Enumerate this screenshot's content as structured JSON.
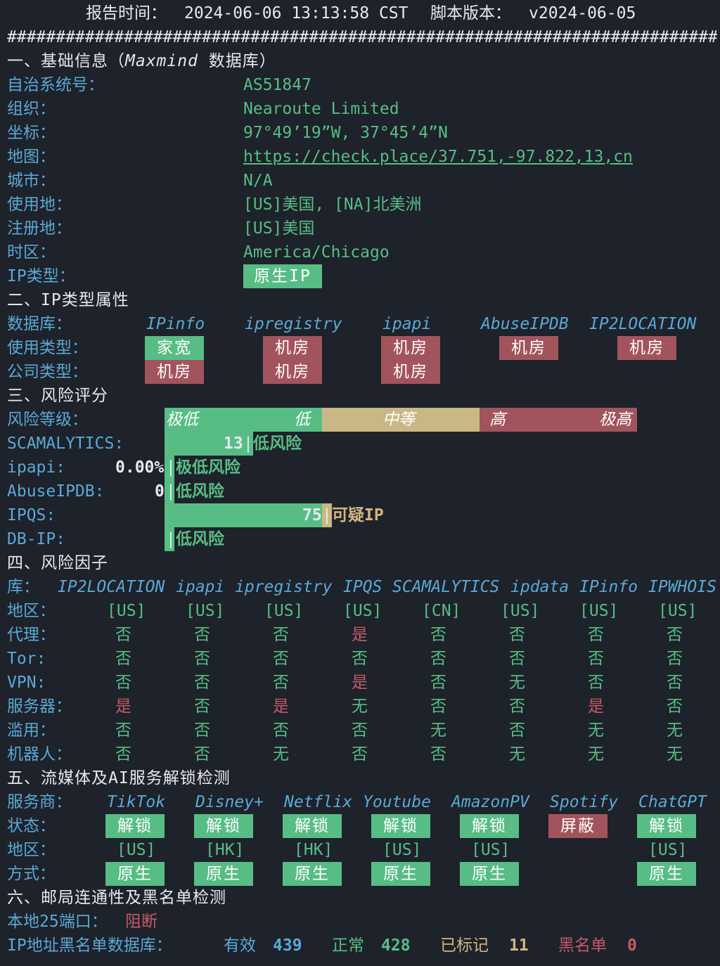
{
  "header": {
    "report_time_label": "报告时间：",
    "report_time": "2024-06-06 13:13:58 CST",
    "version_label": "脚本版本：",
    "version": "v2024-06-05"
  },
  "separator": "################################################################################################################",
  "sec1": {
    "title": "一、基础信息（",
    "title_db": "Maxmind",
    "title_db_suffix": " 数据库）",
    "rows": [
      {
        "label": "自治系统号：",
        "value": "AS51847"
      },
      {
        "label": "组织：",
        "value": "Nearoute Limited"
      },
      {
        "label": "坐标：",
        "value": "97°49’19”W, 37°45’4”N"
      },
      {
        "label": "地图：",
        "value": "https://check.place/37.751,-97.822,13,cn"
      },
      {
        "label": "城市：",
        "value": "N/A"
      },
      {
        "label": "使用地：",
        "value": "[US]美国, [NA]北美洲"
      },
      {
        "label": "注册地：",
        "value": "[US]美国"
      },
      {
        "label": "时区：",
        "value": "America/Chicago"
      }
    ],
    "ip_type_label": "IP类型：",
    "ip_type_value": "原生IP"
  },
  "sec2": {
    "title": "二、IP类型属性",
    "db_label": "数据库：",
    "dbs": [
      "IPinfo",
      "ipregistry",
      "ipapi",
      "AbuseIPDB",
      "IP2LOCATION"
    ],
    "usage_label": "使用类型：",
    "usage": [
      {
        "text": "家宽",
        "status": "good"
      },
      {
        "text": "机房",
        "status": "bad"
      },
      {
        "text": "机房",
        "status": "bad"
      },
      {
        "text": "机房",
        "status": "bad"
      },
      {
        "text": "机房",
        "status": "bad"
      }
    ],
    "company_label": "公司类型：",
    "company": [
      {
        "text": "机房",
        "status": "bad"
      },
      {
        "text": "机房",
        "status": "bad"
      },
      {
        "text": "机房",
        "status": "bad"
      }
    ]
  },
  "sec3": {
    "title": "三、风险评分",
    "level_label": "风险等级：",
    "levels": [
      "极低",
      "低",
      "中等",
      "高",
      "极高"
    ],
    "scores": [
      {
        "label": "SCAMALYTICS:",
        "score": "13",
        "verdict": "低风险",
        "verdict_color": "green"
      },
      {
        "label": "ipapi:",
        "score": "0.00%",
        "verdict": "极低风险",
        "verdict_color": "green"
      },
      {
        "label": "AbuseIPDB:",
        "score": "0",
        "verdict": "低风险",
        "verdict_color": "green"
      },
      {
        "label": "IPQS:",
        "score": "75",
        "verdict": "可疑IP",
        "verdict_color": "yellow"
      },
      {
        "label": "DB-IP:",
        "score": "",
        "verdict": "低风险",
        "verdict_color": "green"
      }
    ]
  },
  "sec4": {
    "title": "四、风险因子",
    "lib_label": "库：",
    "libs": [
      "IP2LOCATION",
      "ipapi",
      "ipregistry",
      "IPQS",
      "SCAMALYTICS",
      "ipdata",
      "IPinfo",
      "IPWHOIS"
    ],
    "rows": [
      {
        "label": "地区：",
        "values": [
          "[US]",
          "[US]",
          "[US]",
          "[US]",
          "[CN]",
          "[US]",
          "[US]",
          "[US]"
        ]
      },
      {
        "label": "代理：",
        "values": [
          "否",
          "否",
          "否",
          "是",
          "否",
          "否",
          "否",
          "否"
        ]
      },
      {
        "label": "Tor:",
        "values": [
          "否",
          "否",
          "否",
          "否",
          "否",
          "否",
          "否",
          "否"
        ]
      },
      {
        "label": "VPN:",
        "values": [
          "否",
          "否",
          "否",
          "是",
          "否",
          "无",
          "否",
          "否"
        ]
      },
      {
        "label": "服务器：",
        "values": [
          "是",
          "否",
          "是",
          "无",
          "否",
          "否",
          "是",
          "否"
        ]
      },
      {
        "label": "滥用：",
        "values": [
          "否",
          "否",
          "否",
          "否",
          "无",
          "否",
          "无",
          "无"
        ]
      },
      {
        "label": "机器人：",
        "values": [
          "否",
          "否",
          "无",
          "否",
          "否",
          "无",
          "无",
          "无"
        ]
      }
    ]
  },
  "sec5": {
    "title": "五、流媒体及AI服务解锁检测",
    "provider_label": "服务商：",
    "providers": [
      "TikTok",
      "Disney+",
      "Netflix",
      "Youtube",
      "AmazonPV",
      "Spotify",
      "ChatGPT"
    ],
    "status_label": "状态：",
    "status": [
      {
        "text": "解锁",
        "state": "ok"
      },
      {
        "text": "解锁",
        "state": "ok"
      },
      {
        "text": "解锁",
        "state": "ok"
      },
      {
        "text": "解锁",
        "state": "ok"
      },
      {
        "text": "解锁",
        "state": "ok"
      },
      {
        "text": "屏蔽",
        "state": "blocked"
      },
      {
        "text": "解锁",
        "state": "ok"
      }
    ],
    "region_label": "地区：",
    "regions": [
      "[US]",
      "[HK]",
      "[HK]",
      "[US]",
      "[US]",
      "",
      "[US]"
    ],
    "method_label": "方式：",
    "methods": [
      "原生",
      "原生",
      "原生",
      "原生",
      "原生",
      "",
      "原生"
    ]
  },
  "sec6": {
    "title": "六、邮局连通性及黑名单检测",
    "port_label": "本地25端口：",
    "port_value": "阻断",
    "bl_label": "IP地址黑名单数据库：",
    "valid_label": "有效",
    "valid": "439",
    "normal_label": "正常",
    "normal": "428",
    "marked_label": "已标记",
    "marked": "11",
    "black_label": "黑名单",
    "black": "0"
  },
  "colors": {
    "bg": "#1e222a",
    "cyan": "#5aa9d6",
    "green": "#57bd85",
    "red": "#c45a68",
    "tan": "#c9b886",
    "badge_red": "#a2545c"
  }
}
